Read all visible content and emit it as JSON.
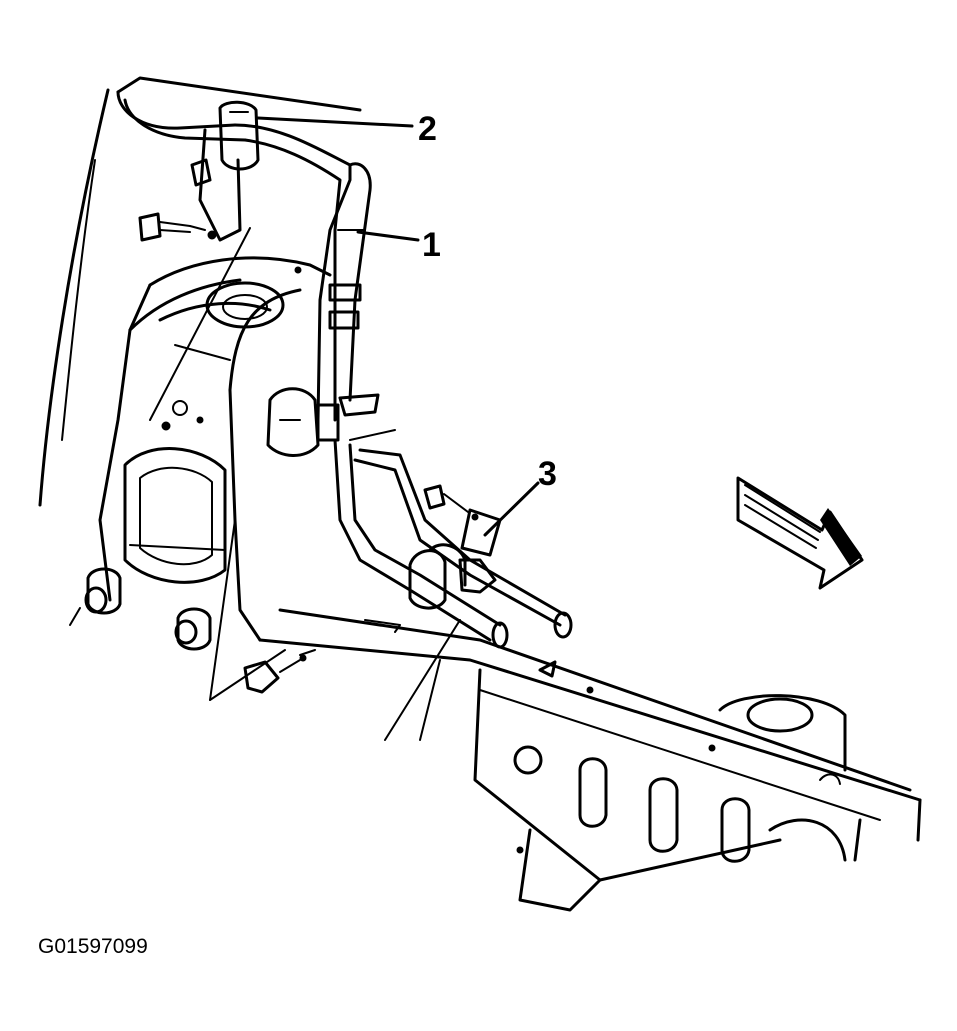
{
  "callouts": [
    {
      "id": "1",
      "label": "1"
    },
    {
      "id": "2",
      "label": "2"
    },
    {
      "id": "3",
      "label": "3"
    }
  ],
  "figure_id": "G01597099",
  "colors": {
    "line": "#000000",
    "background": "#ffffff"
  }
}
